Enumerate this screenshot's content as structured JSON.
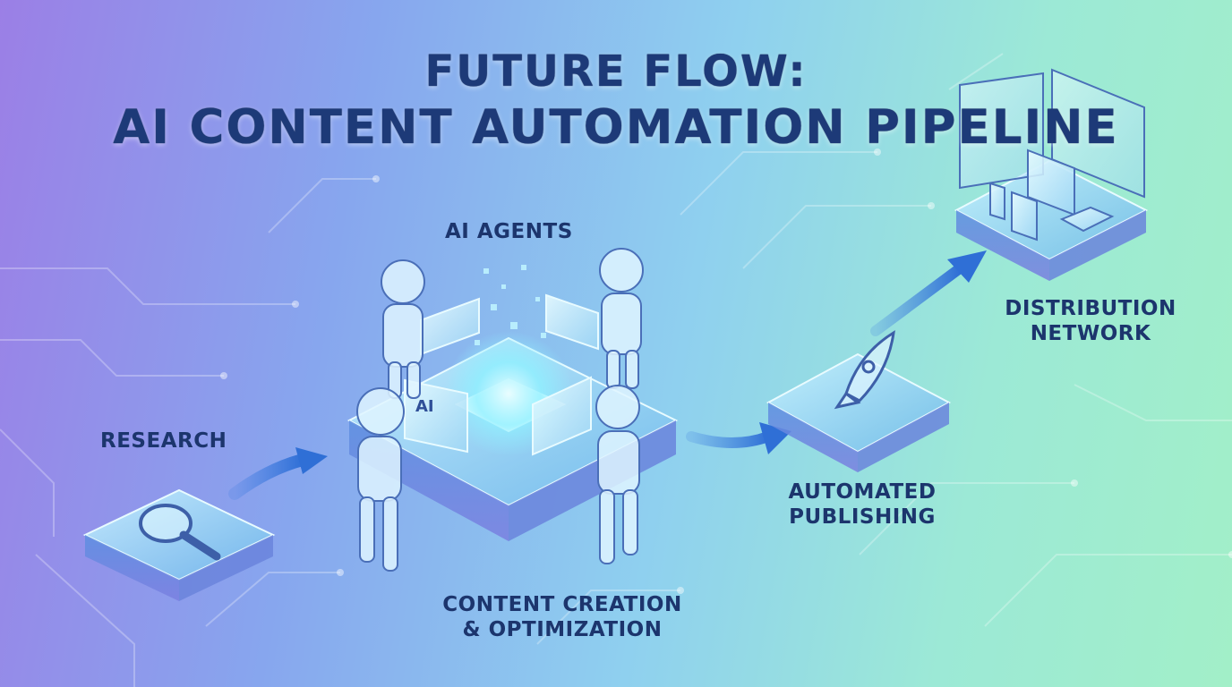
{
  "title": {
    "line1": "FUTURE FLOW:",
    "line2": "AI CONTENT AUTOMATION PIPELINE"
  },
  "stages": {
    "research": "RESEARCH",
    "ai_agents": "AI AGENTS",
    "content_line1": "CONTENT CREATION",
    "content_line2": "& OPTIMIZATION",
    "publishing_line1": "AUTOMATED",
    "publishing_line2": "PUBLISHING",
    "distribution_line1": "DISTRIBUTION",
    "distribution_line2": "NETWORK"
  },
  "hub_screen_text": "AI",
  "icons": {
    "research": "magnifying-glass-icon",
    "publishing": "rocket-icon",
    "distribution": "devices-icon"
  },
  "colors": {
    "title": "#1d3a78",
    "label": "#1c356d",
    "arrow": "#2f6fd6",
    "glow": "#7ff0ff"
  }
}
